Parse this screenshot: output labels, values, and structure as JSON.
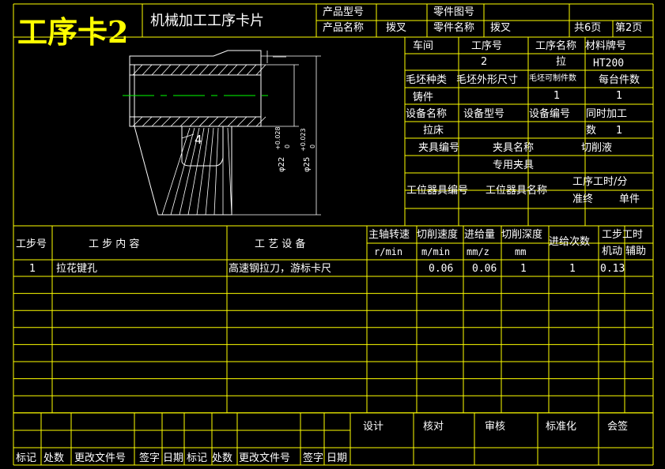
{
  "card": {
    "big_title": "工序卡2",
    "title": "机械加工工序卡片",
    "product_model_label": "产品型号",
    "product_model": "",
    "part_no_label": "零件图号",
    "part_no": "",
    "product_name_label": "产品名称",
    "product_name": "拨叉",
    "part_name_label": "零件名称",
    "part_name": "拨叉",
    "pages_total": "共6页",
    "page_current": "第2页"
  },
  "header": {
    "workshop_label": "车间",
    "op_no_label": "工序号",
    "op_name_label": "工序名称",
    "material_label": "材料牌号",
    "workshop": "",
    "op_no": "2",
    "op_name": "拉",
    "material": "HT200",
    "blank_type_label": "毛坯种类",
    "blank_size_label": "毛坯外形尺寸",
    "blank_parts_label": "毛坯可制件数",
    "parts_per_machine_label": "每台件数",
    "blank_type": "铸件",
    "blank_parts": "1",
    "parts_per_machine": "1",
    "equip_name_label": "设备名称",
    "equip_model_label": "设备型号",
    "equip_no_label": "设备编号",
    "concurrent_label": "同时加工",
    "equip_name": "拉床",
    "concurrent_count_label": "数",
    "concurrent_count": "1",
    "fixture_no_label": "夹具编号",
    "fixture_name_label": "夹具名称",
    "coolant_label": "切削液",
    "fixture_name": "专用夹具",
    "station_tool_no_label": "工位器具编号",
    "station_tool_name_label": "工位器具名称",
    "op_time_label": "工序工时/分",
    "prep_label": "准终",
    "unit_label": "单件"
  },
  "drawing": {
    "dim1": "φ22",
    "dim1_tol": "+0.028",
    "dim1_tol2": "0",
    "dim2": "φ25",
    "dim2_tol": "+0.023",
    "dim2_tol2": "0",
    "dim3": "4"
  },
  "steps_table": {
    "col_step": "工步号",
    "col_content": "工  步  内  容",
    "col_equip": "工  艺  设  备",
    "col_spindle": "主轴转速",
    "col_speed": "切削速度",
    "col_feed": "进给量",
    "col_depth": "切削深度",
    "col_passes": "进给次数",
    "col_steptime": "工步工时",
    "unit_spindle": "r/min",
    "unit_speed": "m/min",
    "unit_feed": "mm/z",
    "unit_depth": "mm",
    "col_machine": "机动",
    "col_aux": "辅助",
    "rows": [
      {
        "no": "1",
        "content": "拉花键孔",
        "equip": "高速钢拉刀，游标卡尺",
        "spindle": "",
        "speed": "0.06",
        "feed": "0.06",
        "depth": "1",
        "passes": "1",
        "machine": "0.13",
        "aux": ""
      }
    ]
  },
  "footer": {
    "design": "设计",
    "check": "核对",
    "review": "审核",
    "standard": "标准化",
    "sign": "会签",
    "mark": "标记",
    "count": "处数",
    "doc_no": "更改文件号",
    "sign2": "签字",
    "date": "日期"
  },
  "colors": {
    "line": "#ffff00",
    "text": "#ffffff",
    "big_title": "#ffff00",
    "hatch": "#ffffff",
    "centerline": "#00ff00",
    "background": "#000000"
  }
}
